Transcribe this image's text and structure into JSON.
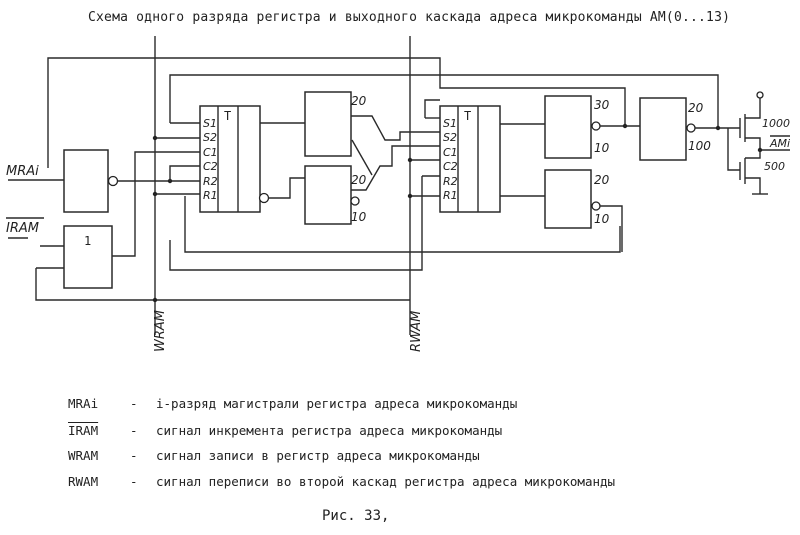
{
  "title": "Схема одного разряда регистра и выходного каскада адреса микрокоманды АМ(0...13)",
  "blocks": {
    "trigger1_label": "T",
    "trigger2_label": "T",
    "gate_or_label": "1"
  },
  "inputs": {
    "mra": "MRAi",
    "iram": "IRAM",
    "wram": "WRAM",
    "rwam": "RWAM"
  },
  "output": {
    "am": "AMi"
  },
  "pins": {
    "s1": "S1",
    "s2": "S2",
    "c1": "C1",
    "c2": "C2",
    "r2": "R2",
    "r1": "R1"
  },
  "load_values": {
    "v20": "20",
    "v10": "10",
    "v30": "30",
    "v100": "100",
    "v1000": "1000",
    "v500": "500"
  },
  "legend": [
    {
      "code": "MRAi",
      "dash": "-",
      "text": "i-разряд магистрали регистра адреса микрокоманды"
    },
    {
      "code": "IRAM",
      "dash": "-",
      "text": "сигнал инкремента регистра адреса микрокоманды"
    },
    {
      "code": "WRAM",
      "dash": "-",
      "text": "сигнал записи в регистр адреса микрокоманды"
    },
    {
      "code": "RWAM",
      "dash": "-",
      "text": "сигнал переписи во второй каскад регистра адреса микрокоманды"
    }
  ],
  "caption": "Рис. 33,"
}
